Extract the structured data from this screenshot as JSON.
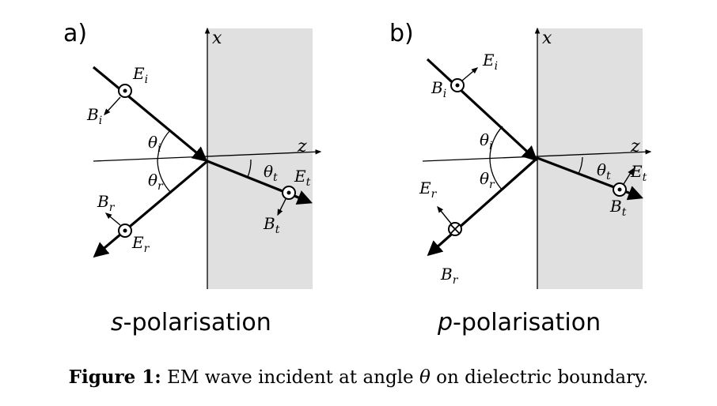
{
  "panels": [
    {
      "label": "a)",
      "x_axis": "x",
      "z_axis": "z",
      "polarisation_prefix": "s",
      "polarisation_suffix": "-polarisation",
      "labels": {
        "E_i": [
          "E",
          "i"
        ],
        "B_i": [
          "B",
          "i"
        ],
        "theta_i": [
          "θ",
          "i"
        ],
        "theta_r": [
          "θ",
          "r"
        ],
        "theta_t": [
          "θ",
          "t"
        ],
        "E_t": [
          "E",
          "t"
        ],
        "B_t": [
          "B",
          "t"
        ],
        "B_r": [
          "B",
          "r"
        ],
        "E_r": [
          "E",
          "r"
        ]
      }
    },
    {
      "label": "b)",
      "x_axis": "x",
      "z_axis": "z",
      "polarisation_prefix": "p",
      "polarisation_suffix": "-polarisation",
      "labels": {
        "E_i": [
          "E",
          "i"
        ],
        "B_i": [
          "B",
          "i"
        ],
        "theta_i": [
          "θ",
          "i"
        ],
        "theta_r": [
          "θ",
          "r"
        ],
        "theta_t": [
          "θ",
          "t"
        ],
        "E_t": [
          "E",
          "t"
        ],
        "B_t": [
          "B",
          "t"
        ],
        "E_r": [
          "E",
          "r"
        ],
        "B_r": [
          "B",
          "r"
        ]
      }
    }
  ],
  "caption": {
    "prefix": "Figure 1:",
    "text_before": " EM wave incident at angle ",
    "symbol": "θ",
    "text_after": " on dielectric boundary."
  },
  "colors": {
    "medium": "#e0e0e0",
    "ink": "#000000"
  }
}
